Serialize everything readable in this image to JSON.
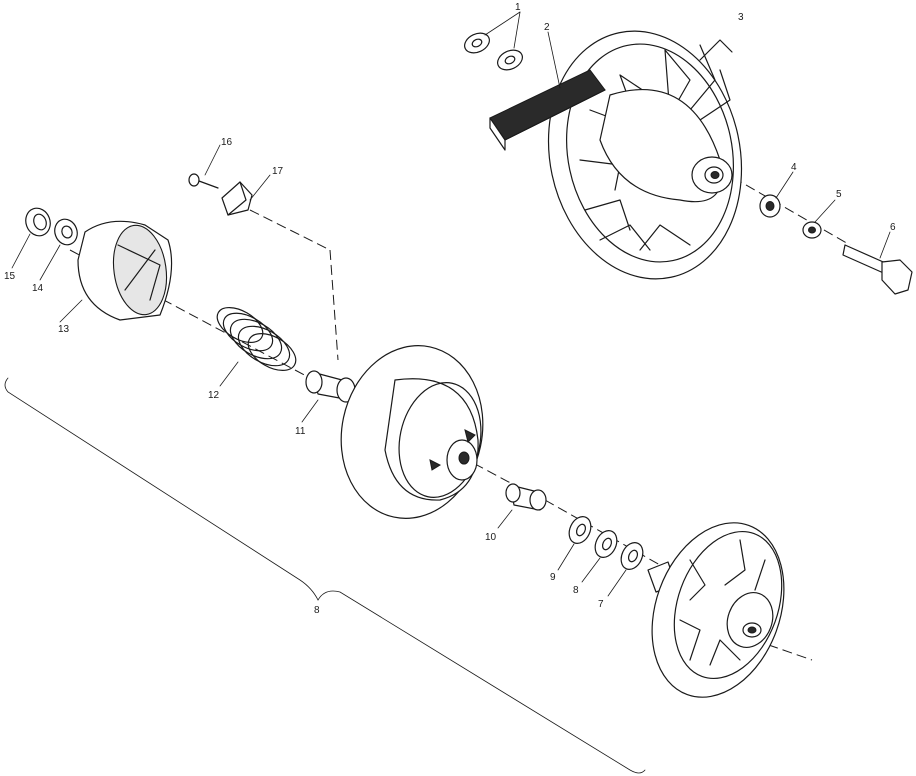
{
  "diagram": {
    "callouts": {
      "c1": "1",
      "c2": "2",
      "c3": "3",
      "c4": "4",
      "c5": "5",
      "c6": "6",
      "c7": "7",
      "c8": "8",
      "c9": "9",
      "c10": "10",
      "c11": "11",
      "c12": "12",
      "c13": "13",
      "c14": "14",
      "c15": "15",
      "c16": "16",
      "c17": "17",
      "assembly": "8"
    }
  }
}
